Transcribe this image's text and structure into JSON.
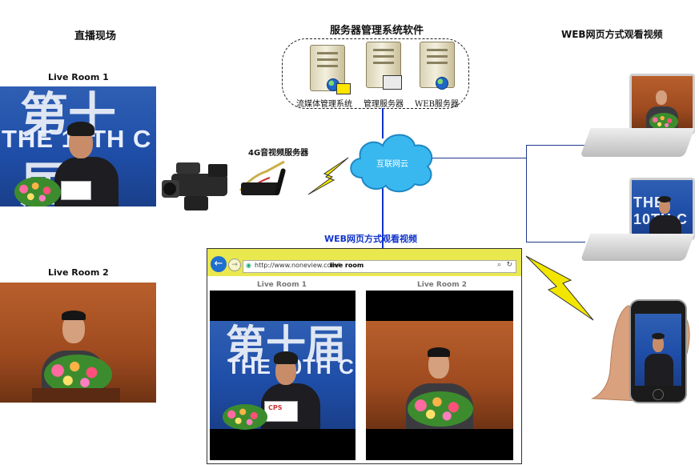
{
  "titles": {
    "live_scene": "直播现场",
    "server_software": "服务器管理系统软件",
    "web_view_top": "WEB网页方式观看视频",
    "web_view_center": "WEB网页方式观看视频"
  },
  "rooms": {
    "room1": "Live Room 1",
    "room2": "Live Room 2"
  },
  "banner_text": {
    "cn": "第十届",
    "en": "THE 10TH C"
  },
  "encoder_label": "4G音视频服务器",
  "cloud_label": "互联网云",
  "servers": [
    {
      "label": "流媒体管理系统"
    },
    {
      "label": "管理服务器"
    },
    {
      "label": "WEB服务器"
    }
  ],
  "browser": {
    "url_prefix": "http://www.noneview.com/",
    "url_path": "live room",
    "video_labels": [
      "Live Room 1",
      "Live Room 2"
    ],
    "sign_text": "CPS"
  },
  "colors": {
    "link_line": "#1133cc",
    "bolt": "#f2e600",
    "cloud": "#39b8f0",
    "browser_bar": "#e9e84f"
  }
}
